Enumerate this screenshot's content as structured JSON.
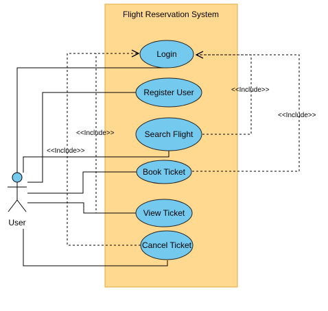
{
  "system": {
    "title": "Flight Reservation System",
    "fill": "#FFD98F",
    "stroke": "#E0A93A"
  },
  "actor": {
    "label": "User",
    "fill": "#74C9EF"
  },
  "use_cases": [
    {
      "label": "Login"
    },
    {
      "label": "Register User"
    },
    {
      "label": "Search Flight"
    },
    {
      "label": "Book Ticket"
    },
    {
      "label": "View Ticket"
    },
    {
      "label": "Cancel Ticket"
    }
  ],
  "use_case_style": {
    "fill": "#74C9EF",
    "stroke": "#222222"
  },
  "relations": {
    "include_1": "<<Include>>",
    "include_2": "<<Include>>",
    "include_3": "<<Include>>",
    "include_4": "<<Include>>"
  }
}
